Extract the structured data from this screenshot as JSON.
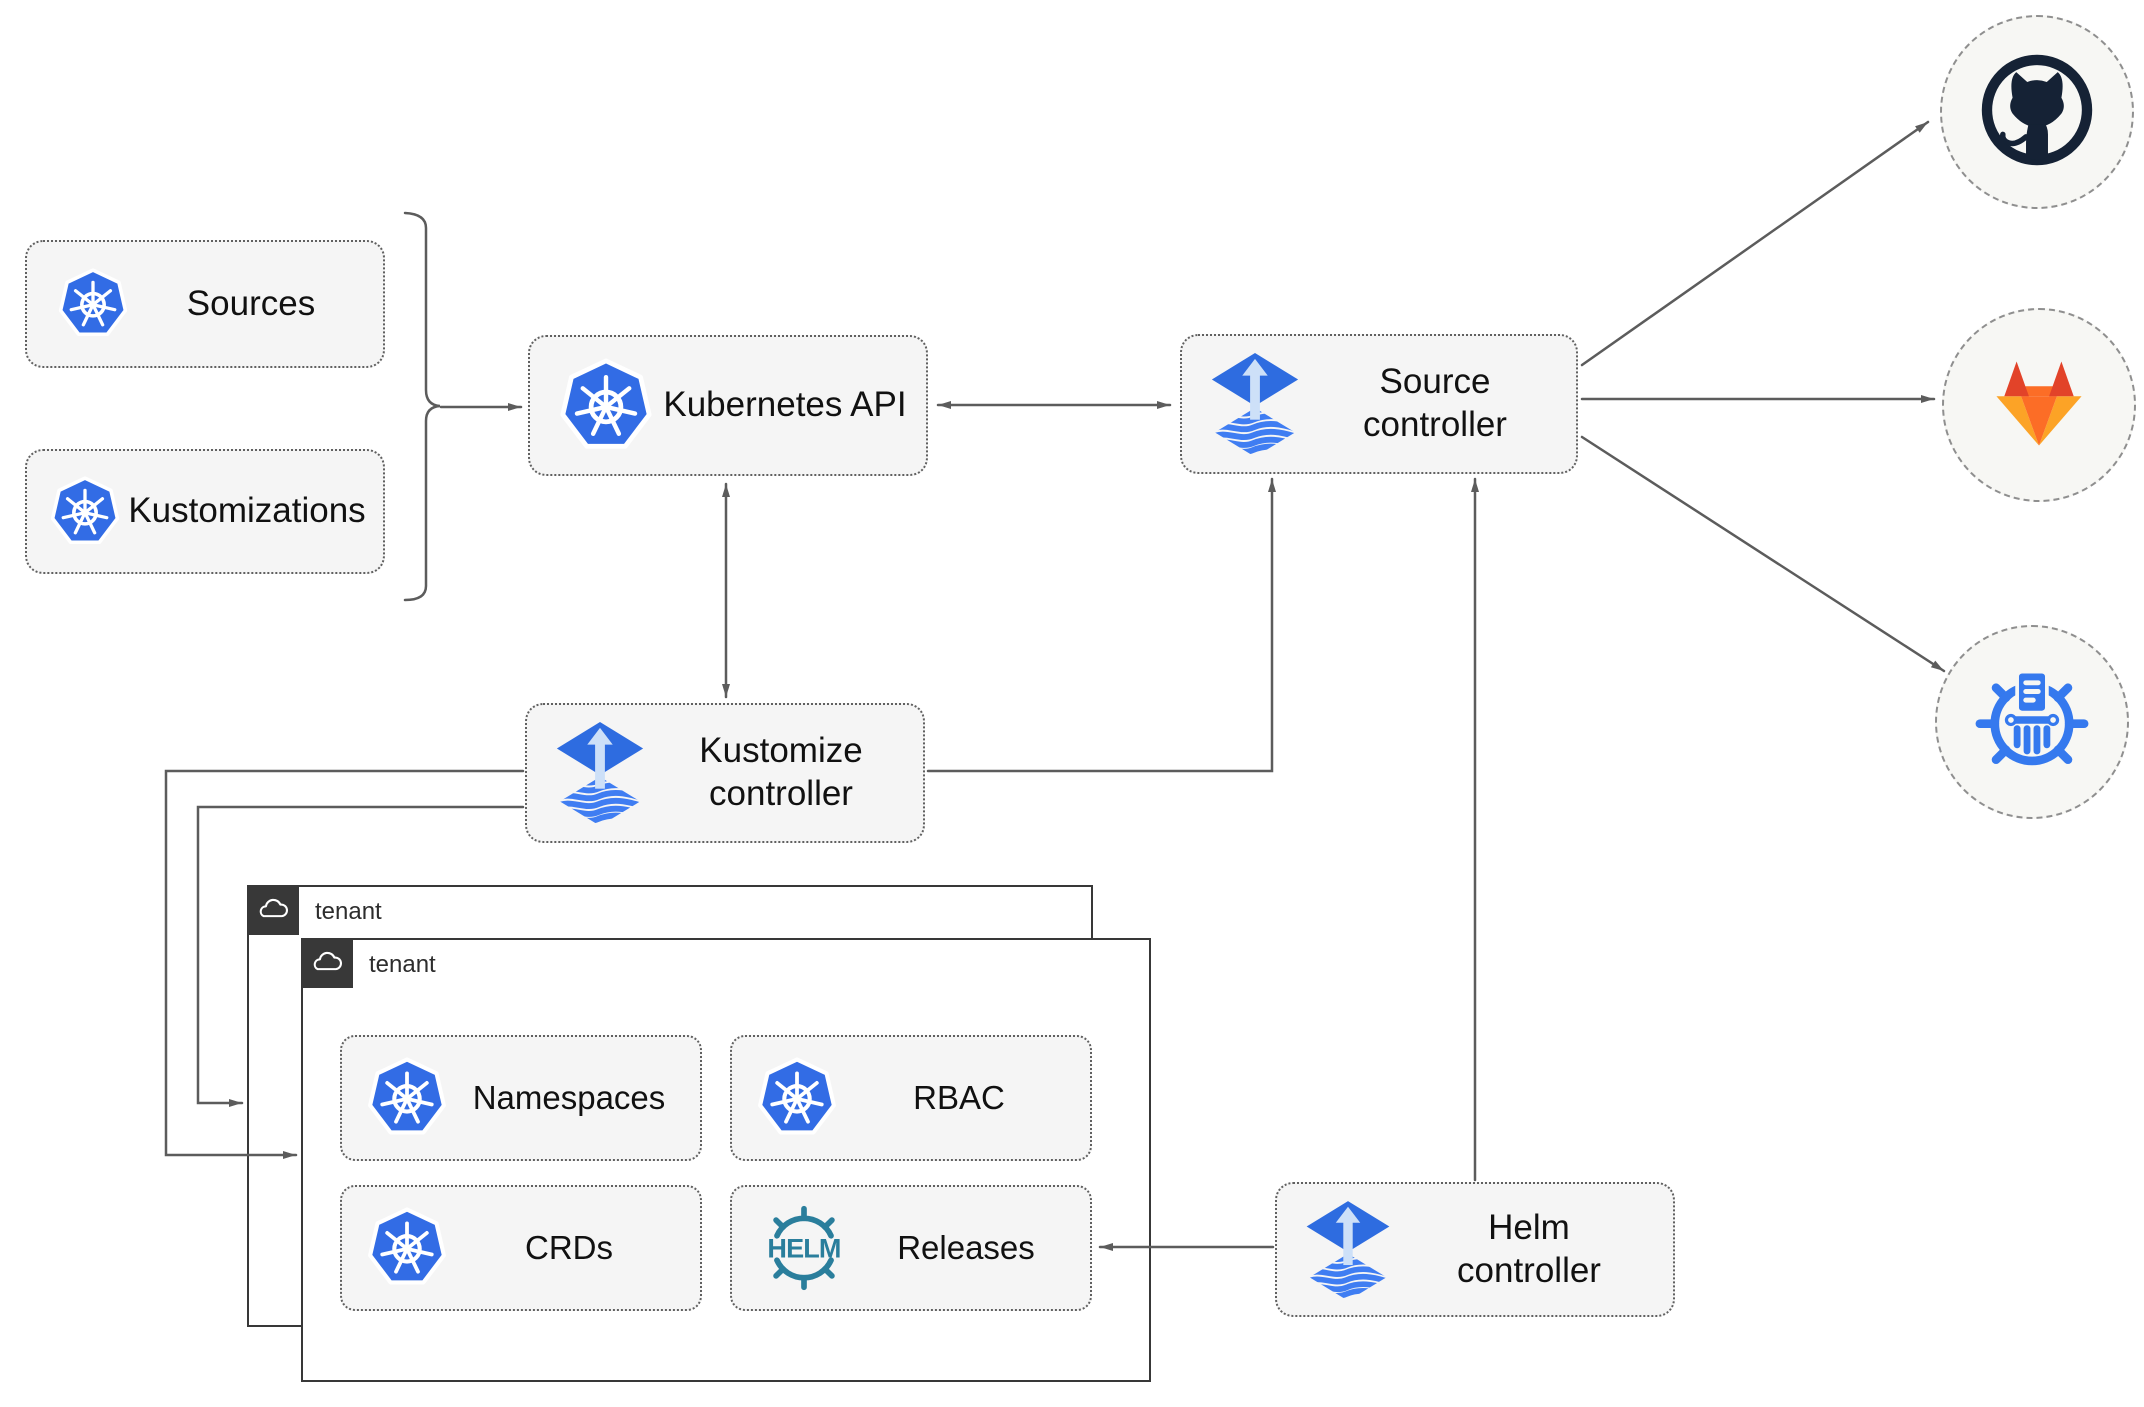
{
  "diagram": {
    "kind": "flux-gitops-architecture",
    "nodes": {
      "sources": {
        "label": "Sources",
        "icon": "kubernetes-icon"
      },
      "kustomizations": {
        "label": "Kustomizations",
        "icon": "kubernetes-icon"
      },
      "kubernetes_api": {
        "label": "Kubernetes API",
        "icon": "kubernetes-icon"
      },
      "source_controller": {
        "label": "Source\ncontroller",
        "icon": "flux-icon"
      },
      "kustomize_controller": {
        "label": "Kustomize\ncontroller",
        "icon": "flux-icon"
      },
      "helm_controller": {
        "label": "Helm\ncontroller",
        "icon": "flux-icon"
      },
      "tenant_outer": {
        "label": "tenant",
        "icon": "cloud-icon"
      },
      "tenant_inner": {
        "label": "tenant",
        "icon": "cloud-icon"
      },
      "namespaces": {
        "label": "Namespaces",
        "icon": "kubernetes-icon"
      },
      "rbac": {
        "label": "RBAC",
        "icon": "kubernetes-icon"
      },
      "crds": {
        "label": "CRDs",
        "icon": "kubernetes-icon"
      },
      "releases": {
        "label": "Releases",
        "icon": "helm-icon",
        "icon_text": "HELM"
      },
      "github": {
        "icon": "github-icon"
      },
      "gitlab": {
        "icon": "gitlab-icon"
      },
      "registry": {
        "icon": "harbor-registry-icon"
      }
    },
    "edges": [
      {
        "from": "sources+kustomizations-bracket",
        "to": "kubernetes-api",
        "type": "arrow"
      },
      {
        "from": "kubernetes-api",
        "to": "source-controller",
        "type": "double-arrow"
      },
      {
        "from": "kubernetes-api",
        "to": "kustomize-controller",
        "type": "double-arrow"
      },
      {
        "from": "kustomize-controller",
        "to": "source-controller",
        "type": "arrow"
      },
      {
        "from": "kustomize-controller",
        "to": "tenant-outer",
        "type": "arrow"
      },
      {
        "from": "kustomize-controller",
        "to": "tenant-inner",
        "type": "arrow"
      },
      {
        "from": "helm-controller",
        "to": "source-controller",
        "type": "arrow"
      },
      {
        "from": "helm-controller",
        "to": "releases",
        "type": "arrow"
      },
      {
        "from": "source-controller",
        "to": "github",
        "type": "arrow"
      },
      {
        "from": "source-controller",
        "to": "gitlab",
        "type": "arrow"
      },
      {
        "from": "source-controller",
        "to": "container-registry",
        "type": "arrow"
      }
    ],
    "colors": {
      "box_fill": "#f5f5f5",
      "box_border": "#606060",
      "text_dark": "#111111",
      "line_gray": "#5c5c5c",
      "tenant_dark": "#383838",
      "circle_fill": "#f7f7f4",
      "circle_border": "#8f8f8f",
      "k8s_blue": "#326ce5",
      "flux_blue": "#2e6ce0",
      "flux_stripe": "#3f7df2",
      "flux_arrow": "#cde0f8",
      "helm_teal": "#2a7e9c",
      "github_dark": "#152235",
      "gitlab_red": "#e24329",
      "gitlab_orange": "#fc6d26",
      "gitlab_amber": "#fca326",
      "harbor_blue": "#3579ee"
    }
  }
}
